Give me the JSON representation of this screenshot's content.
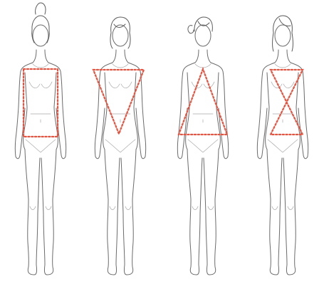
{
  "figures": [
    {
      "shape": "rectangle",
      "hair": "high-bun"
    },
    {
      "shape": "inverted-triangle",
      "hair": "bob"
    },
    {
      "shape": "triangle",
      "hair": "side-bun"
    },
    {
      "shape": "hourglass",
      "hair": "long-bob"
    }
  ],
  "colors": {
    "outline": "#e8533f",
    "body_line": "#6b6b6b",
    "background": "#ffffff"
  }
}
